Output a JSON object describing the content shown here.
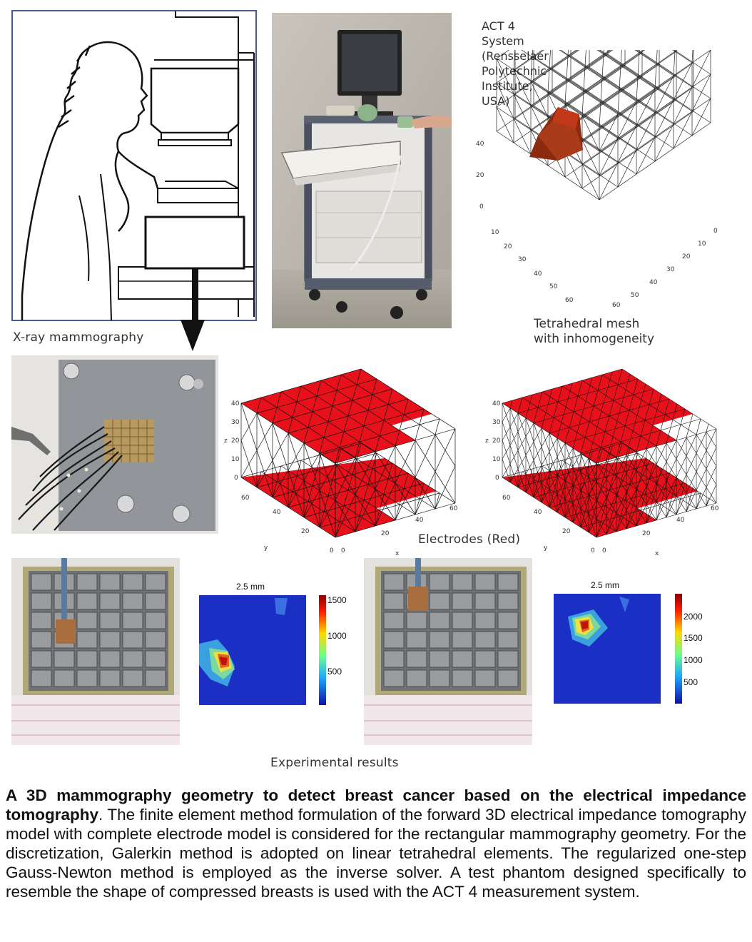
{
  "panels": {
    "xray_label": "X-ray mammography",
    "act4_label_lines": [
      "ACT 4",
      "System",
      "(Rensselaer",
      "Polytechnic",
      "Institute,",
      "USA)"
    ],
    "mesh_label_lines": [
      "Tetrahedral mesh",
      "with inhomogeneity"
    ],
    "electrodes_label": "Electrodes (Red)",
    "experimental_label": "Experimental results",
    "mesh_axis_ticks": {
      "z": [
        "0",
        "20",
        "40"
      ],
      "y": [
        "10",
        "20",
        "30",
        "40",
        "50",
        "60"
      ],
      "x": [
        "0",
        "10",
        "20",
        "30",
        "40",
        "50",
        "60"
      ]
    },
    "electrode_axis_ticks": {
      "z": [
        "0",
        "10",
        "20",
        "30",
        "40"
      ],
      "y": [
        "60",
        "40",
        "20",
        "0"
      ],
      "x": [
        "0",
        "20",
        "40",
        "60"
      ],
      "z_label": "z",
      "y_label": "y",
      "x_label": "x"
    },
    "result1": {
      "title": "2.5 mm",
      "colorbar_ticks": [
        "1500",
        "1000",
        "500"
      ]
    },
    "result2": {
      "title": "2.5 mm",
      "colorbar_ticks": [
        "2000",
        "1500",
        "1000",
        "500"
      ]
    }
  },
  "caption": {
    "title": "A 3D mammography geometry to detect breast cancer based on the electrical impedance tomography",
    "body": ". The finite element method formulation of the forward 3D electrical impedance tomography model with complete electrode model is considered for the rectangular mammography geometry. For the discretization, Galerkin method is adopted on linear tetrahedral elements. The regularized one-step Gauss-Newton method is employed as the inverse solver. A test phantom designed specifically to resemble the shape of compressed breasts is used with the ACT 4 measurement system."
  },
  "colors": {
    "electrode_red": "#e8101a",
    "tumor_brown": "#9a2a10",
    "heatmap_bg": "#1c2fc4"
  }
}
